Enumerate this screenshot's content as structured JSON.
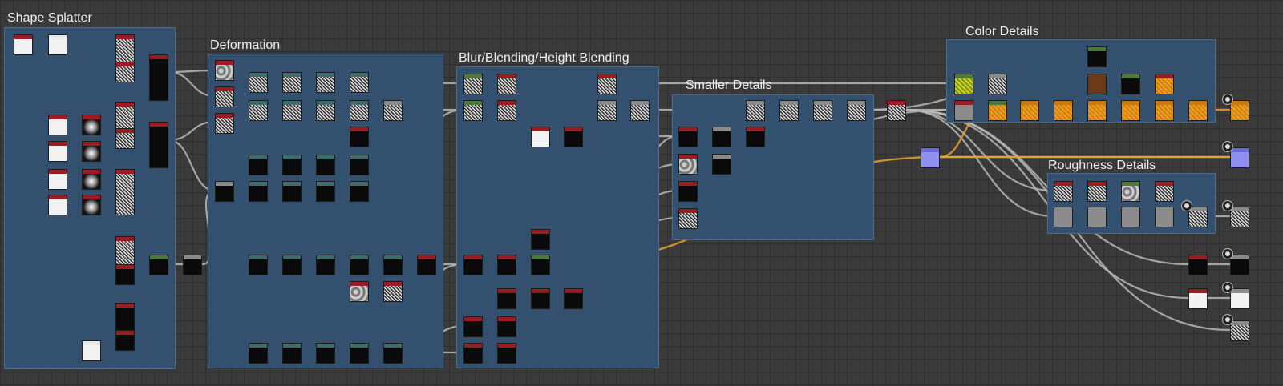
{
  "frames": [
    {
      "id": "shape-splatter",
      "title": "Shape Splatter"
    },
    {
      "id": "deformation",
      "title": "Deformation"
    },
    {
      "id": "blur-blending",
      "title": "Blur/Blending/Height Blending"
    },
    {
      "id": "smaller-details",
      "title": "Smaller Details"
    },
    {
      "id": "color-details",
      "title": "Color Details"
    },
    {
      "id": "roughness-details",
      "title": "Roughness Details"
    }
  ],
  "colors": {
    "canvas": "#3a3a3a",
    "frame": "#34506f",
    "wire": "#b8b8b8",
    "color_wire": "#e8a030",
    "header_red": "#9b1c22",
    "header_teal": "#3f6b6b",
    "header_gray": "#8a8a8a",
    "header_green": "#4d7a3a"
  },
  "node_thumbnails": [
    "noise",
    "black",
    "white",
    "gray",
    "orange",
    "brown",
    "purple",
    "yellow-green",
    "gradient",
    "cloud"
  ]
}
